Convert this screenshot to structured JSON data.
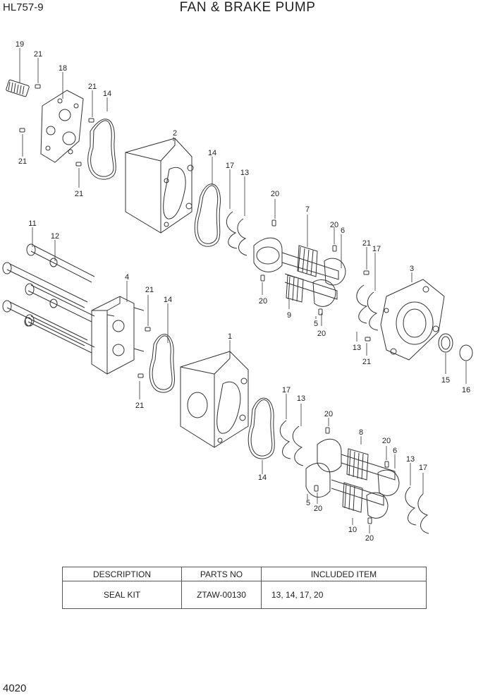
{
  "header": {
    "model": "HL757-9",
    "title": "FAN & BRAKE PUMP"
  },
  "footer": {
    "page_number": "4020"
  },
  "callouts": {
    "c1": "1",
    "c2": "2",
    "c3": "3",
    "c4": "4",
    "c5a": "5",
    "c5b": "5",
    "c6a": "6",
    "c6b": "6",
    "c7": "7",
    "c8": "8",
    "c9": "9",
    "c10": "10",
    "c11": "11",
    "c12": "12",
    "c13a": "13",
    "c13b": "13",
    "c13c": "13",
    "c13d": "13",
    "c14a": "14",
    "c14b": "14",
    "c14c": "14",
    "c14d": "14",
    "c15": "15",
    "c16": "16",
    "c17a": "17",
    "c17b": "17",
    "c17c": "17",
    "c17d": "17",
    "c18": "18",
    "c19": "19",
    "c20a": "20",
    "c20b": "20",
    "c20c": "20",
    "c20d": "20",
    "c20e": "20",
    "c20f": "20",
    "c20g": "20",
    "c20h": "20",
    "c21a": "21",
    "c21b": "21",
    "c21c": "21",
    "c21d": "21",
    "c21e": "21",
    "c21f": "21",
    "c21g": "21",
    "c21h": "21"
  },
  "table": {
    "headers": [
      "DESCRIPTION",
      "PARTS NO",
      "INCLUDED ITEM"
    ],
    "rows": [
      {
        "description": "SEAL KIT",
        "parts_no": "ZTAW-00130",
        "included": "13, 14, 17, 20"
      }
    ]
  }
}
